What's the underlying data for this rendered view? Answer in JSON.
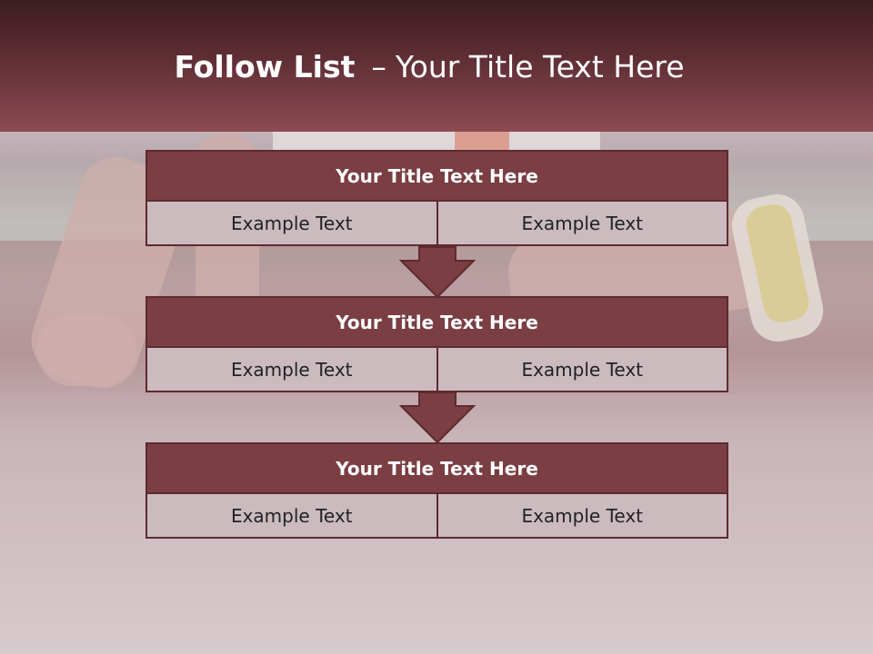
{
  "slide": {
    "title_bold": "Follow List",
    "title_dash": "–",
    "title_rest": "Your Title Text Here"
  },
  "blocks": [
    {
      "title": "Your Title Text Here",
      "cells": [
        "Example Text",
        "Example Text"
      ]
    },
    {
      "title": "Your Title Text Here",
      "cells": [
        "Example Text",
        "Example Text"
      ]
    },
    {
      "title": "Your Title Text Here",
      "cells": [
        "Example Text",
        "Example Text"
      ]
    }
  ],
  "colors": {
    "header_dark": "#3c1d22",
    "header_light": "#8c4b52",
    "block_title_bg": "#7a3e43",
    "cell_bg": "#cbbbbf",
    "border": "#5e2a30"
  }
}
